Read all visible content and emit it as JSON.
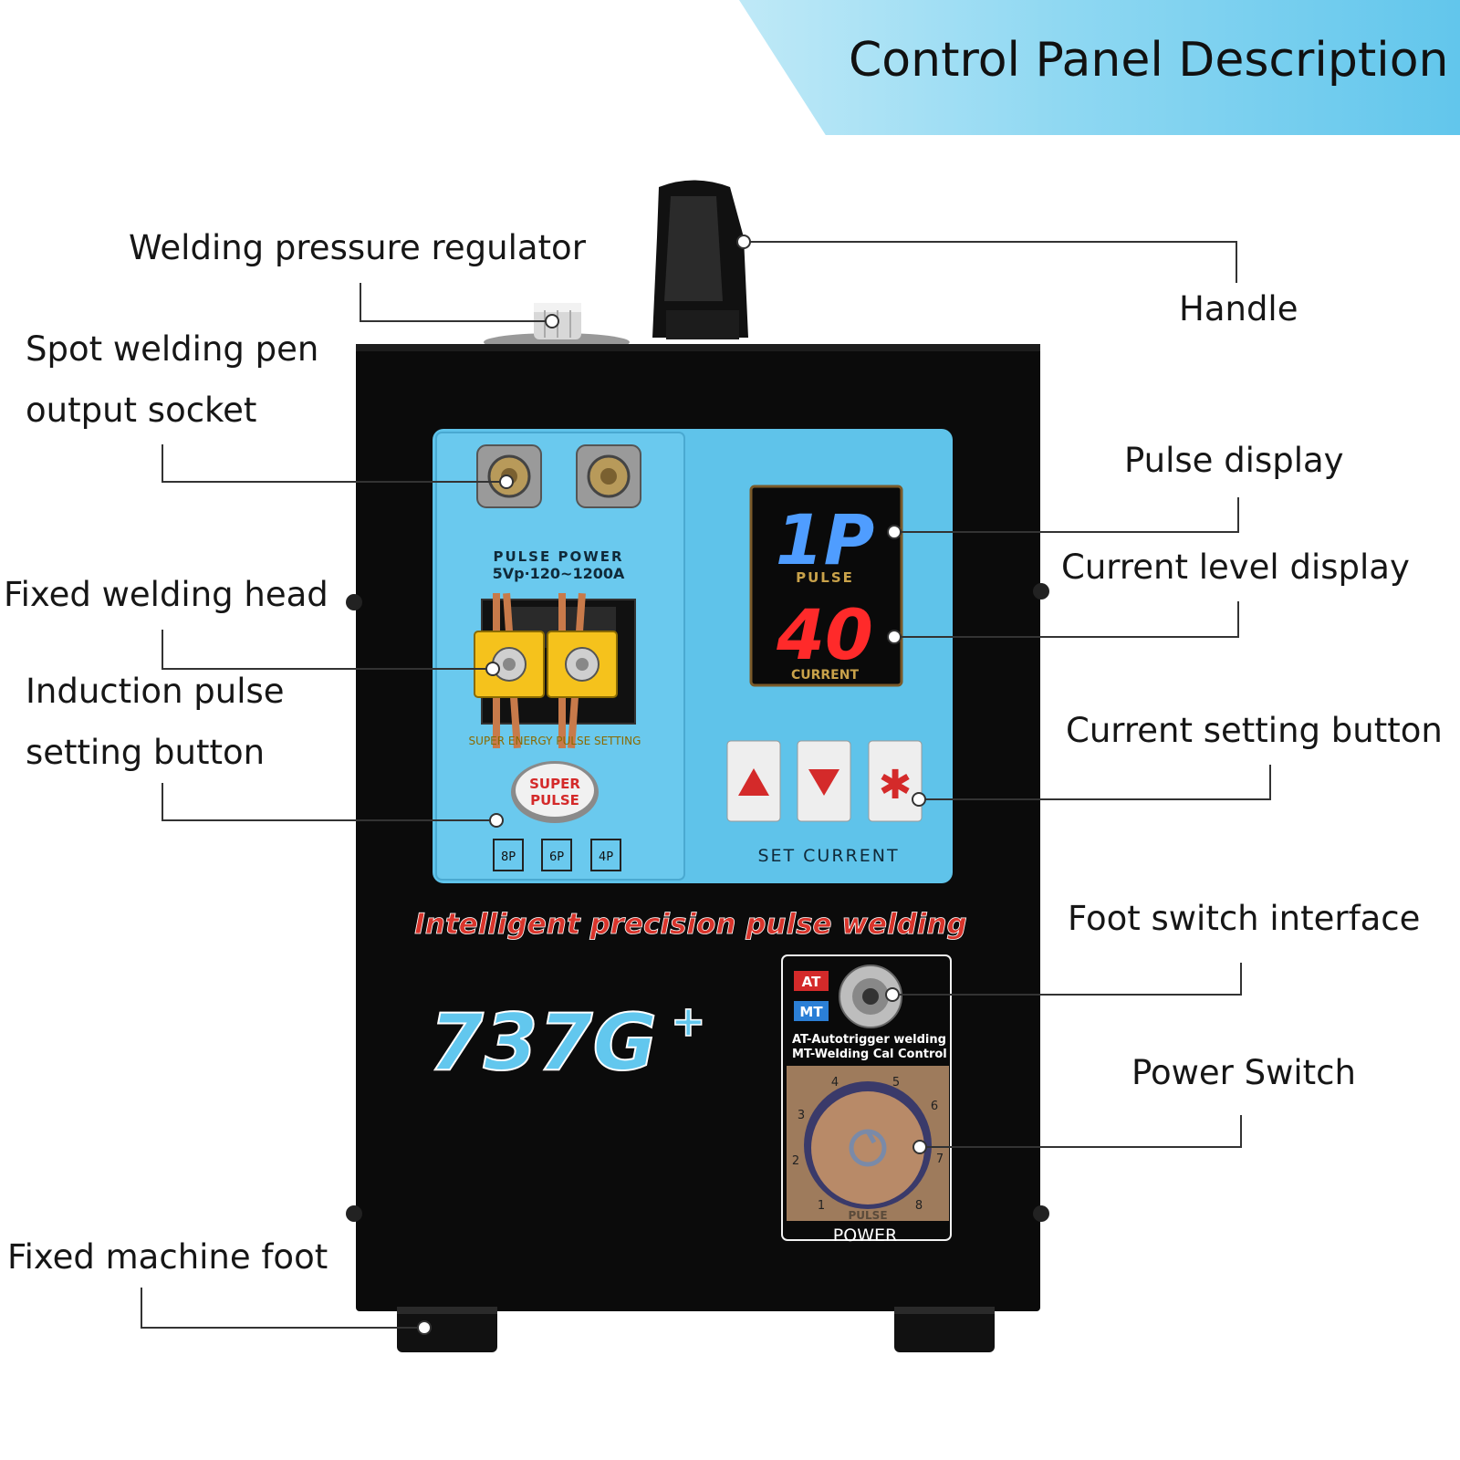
{
  "banner": {
    "title": "Control Panel Description"
  },
  "labels": {
    "welding_pressure_regulator": "Welding pressure regulator",
    "handle": "Handle",
    "spot_welding_pen_output_socket_line1": "Spot welding pen",
    "spot_welding_pen_output_socket_line2": "output socket",
    "pulse_display": "Pulse display",
    "current_level_display": "Current level display",
    "fixed_welding_head": "Fixed welding head",
    "induction_pulse_setting_button_line1": "Induction pulse",
    "induction_pulse_setting_button_line2": "setting button",
    "current_setting_button": "Current setting button",
    "foot_switch_interface": "Foot switch interface",
    "power_switch": "Power Switch",
    "fixed_machine_foot": "Fixed machine foot"
  },
  "machine": {
    "pulse_power_title": "PULSE POWER",
    "pulse_power_spec": "5Vp·120~1200A",
    "super_energy_setting": "SUPER ENERGY PULSE SETTING",
    "super_pulse_line1": "SUPER",
    "super_pulse_line2": "PULSE",
    "pulse_buttons": [
      "8P",
      "6P",
      "4P"
    ],
    "pulse_display_value": "1P",
    "pulse_caption": "PULSE",
    "current_display_value": "40",
    "current_caption": "CURRENT",
    "set_current_label": "SET CURRENT",
    "slogan": "Intelligent precision pulse welding",
    "model_name": "737G",
    "model_suffix": "+",
    "at_badge": "AT",
    "mt_badge": "MT",
    "at_desc": "AT-Autotrigger welding",
    "mt_desc": "MT-Welding Cal Control",
    "dial_numbers": [
      "1",
      "2",
      "3",
      "4",
      "5",
      "6",
      "7",
      "8"
    ],
    "dial_caption": "PULSE",
    "power_label": "POWER"
  },
  "colors": {
    "banner_start": "#bfe9f7",
    "banner_end": "#62c6ec",
    "panel_blue": "#5fc3ea",
    "body_black": "#0b0b0b",
    "led_blue": "#4f9dff",
    "led_red": "#ff2a2a",
    "slogan_red": "#d9342b",
    "model_blue": "#62c7ee"
  }
}
